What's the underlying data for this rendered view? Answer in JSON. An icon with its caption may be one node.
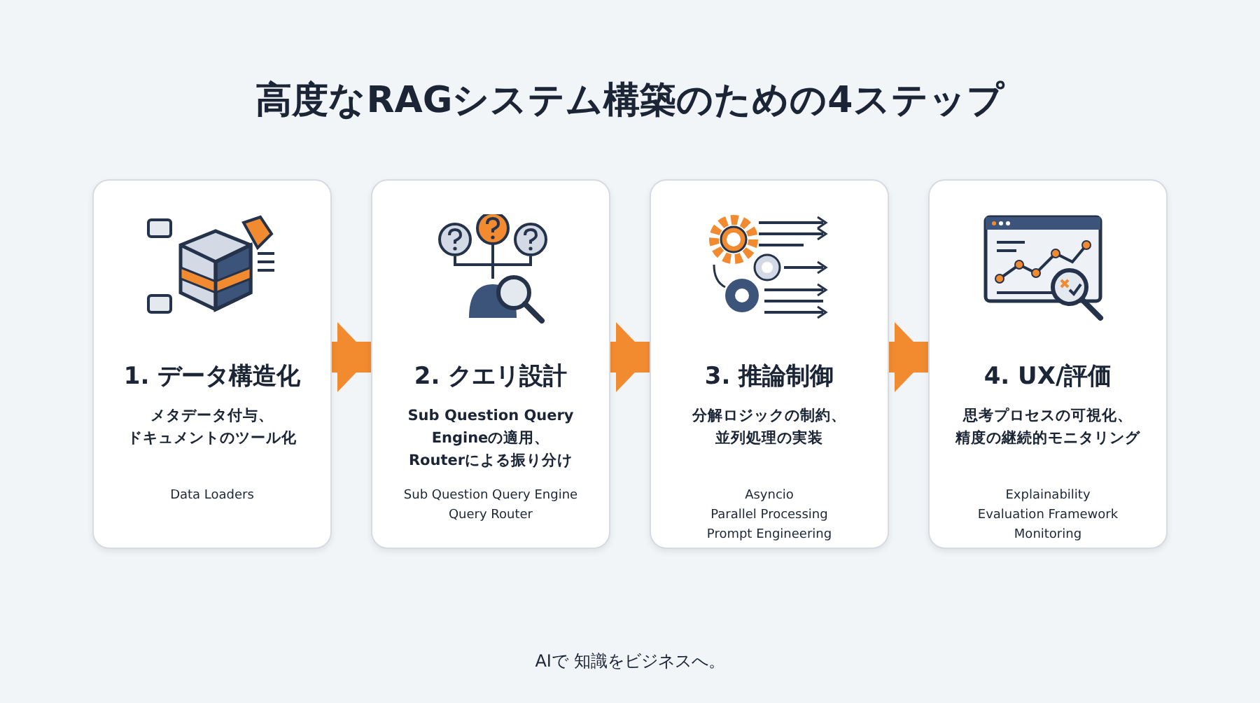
{
  "diagram": {
    "title": "高度なRAGシステム構築のための4ステップ",
    "nodes": [
      {
        "text": [
          "1. データ構造化",
          "メタデータ付与、ドキュメントのツール化",
          "Data Loaders"
        ]
      },
      {
        "text": [
          "2. クエリ設計",
          "Sub Question Query Engineの適用、Routerによる振り分け",
          "Sub Question Query Engine",
          "Query Router"
        ]
      },
      {
        "text": [
          "3. 推論制御",
          "分解ロジックの制約、並列処理の実装",
          "Asyncio",
          "Parallel Processing",
          "Prompt Engineering"
        ]
      },
      {
        "text": [
          "4. UX/評価",
          "思考プロセスの可視化、精度の継続的モニタリング",
          "Explainability",
          "Evaluation Framework",
          "Monitoring"
        ]
      }
    ],
    "edges": [
      {
        "from": 0,
        "to": 1,
        "arrow": "to"
      },
      {
        "from": 1,
        "to": 2,
        "arrow": "to"
      },
      {
        "from": 2,
        "to": 3,
        "arrow": "to"
      }
    ],
    "labels": [
      "AIで 知識をビジネスへ。"
    ]
  }
}
